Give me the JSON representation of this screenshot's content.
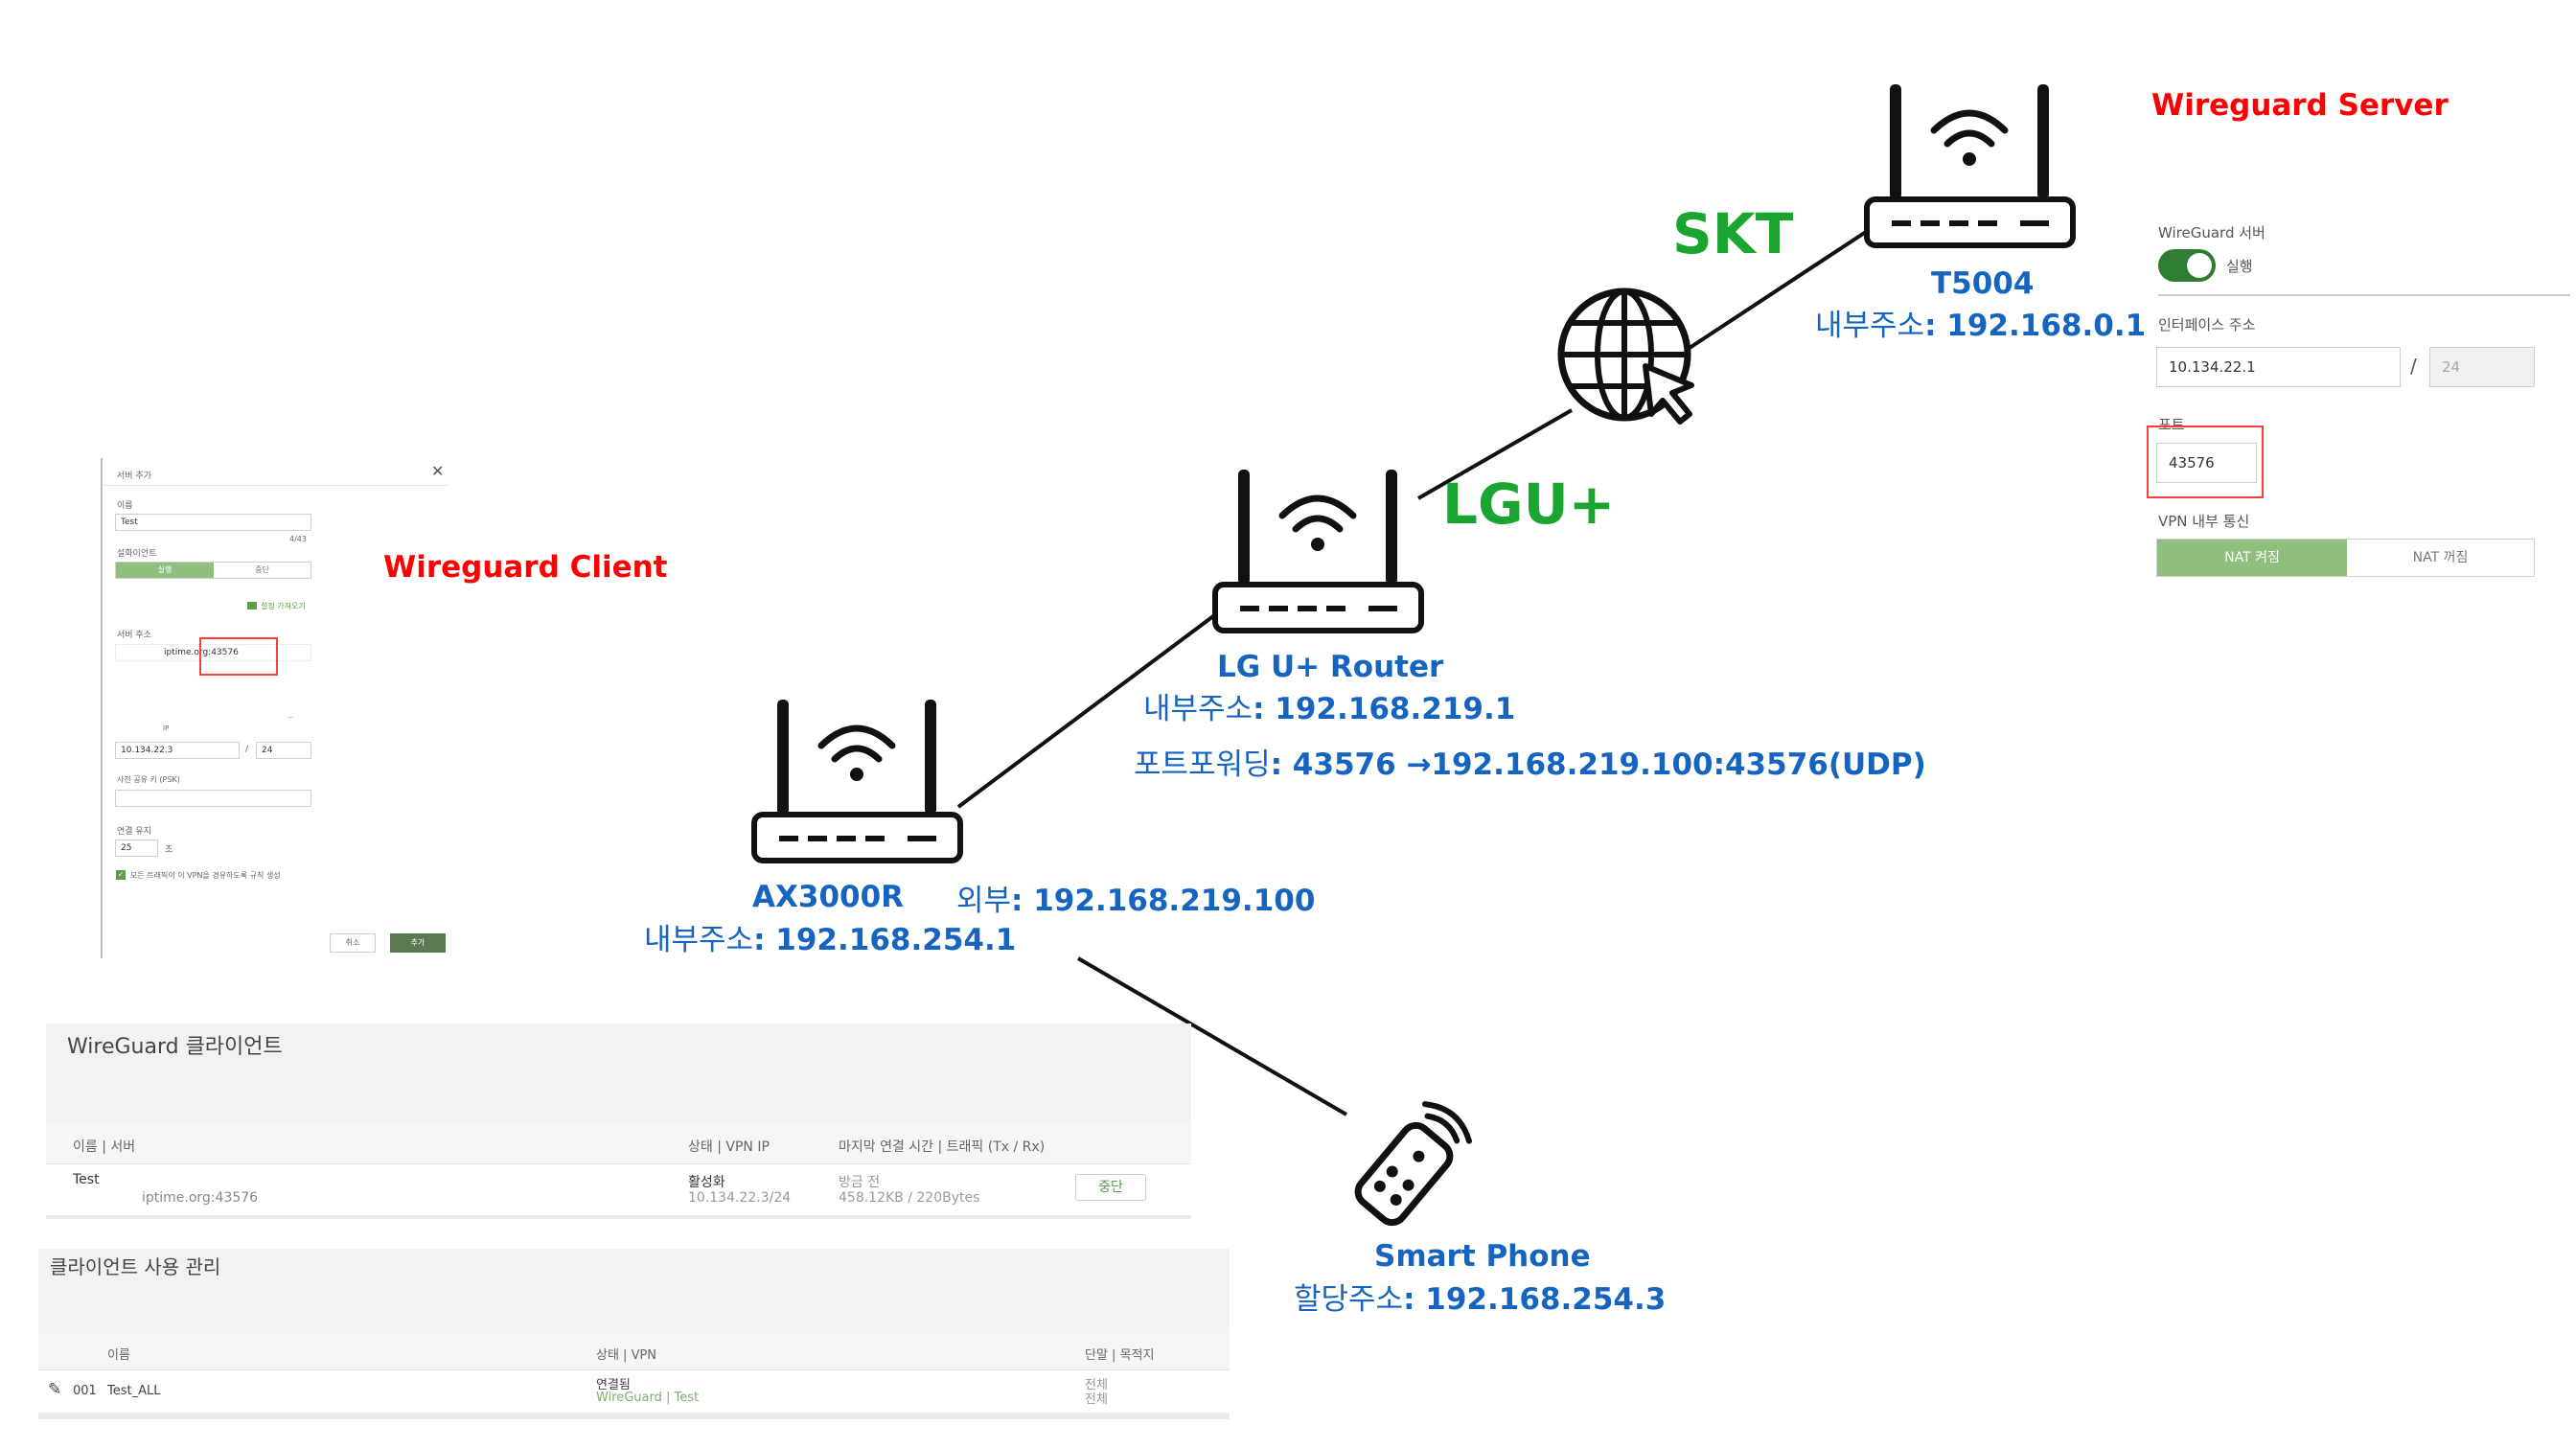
{
  "titles": {
    "server": "Wireguard Server",
    "client": "Wireguard Client"
  },
  "isps": {
    "skt": "SKT",
    "lgu": "LGU+"
  },
  "devices": {
    "t5004": {
      "name": "T5004",
      "addr_label": "내부주소",
      "addr_value": ": 192.168.0.1"
    },
    "lg_router": {
      "name": "LG U+ Router",
      "addr_label": "내부주소",
      "addr_value": ": 192.168.219.1",
      "pf_label": "포트포워딩",
      "pf_value": ": 43576 →192.168.219.100:43576(UDP)"
    },
    "ax3000r": {
      "name": "AX3000R",
      "ext_label": "외부",
      "ext_value": ": 192.168.219.100",
      "addr_label": "내부주소",
      "addr_value": ": 192.168.254.1"
    },
    "phone": {
      "name": "Smart Phone",
      "addr_label": "할당주소",
      "addr_value": ": 192.168.254.3"
    }
  },
  "server_settings": {
    "wg_server_label": "WireGuard 서버",
    "toggle_label": "실행",
    "toggle_on": true,
    "iface_label": "인터페이스 주소",
    "iface_value": "10.134.22.1",
    "iface_mask": "24",
    "port_label": "포트",
    "port_value": "43576",
    "vpn_label": "VPN 내부 통신",
    "nat_on": "NAT 켜짐",
    "nat_off": "NAT 꺼짐"
  },
  "client_dialog": {
    "title": "서버 추가",
    "name_label": "이름",
    "name_value": "Test",
    "name_count": "4/43",
    "run_label": "설화이언트",
    "seg_on": "실행",
    "seg_off": "중단",
    "import_label": "설정 가져오기",
    "server_addr_label": "서버 주소",
    "server_addr_value": "iptime.org:43576",
    "ip_label": "IP",
    "ip_value": "10.134.22.3",
    "ip_mask": "24",
    "psk_label": "사전 공유 키 (PSK)",
    "keepalive_label": "연결 유지",
    "keepalive_value": "25",
    "keepalive_unit": "초",
    "checkbox_label": "모든 트래픽이 이 VPN을 경유하도록 규칙 생성",
    "cancel": "취소",
    "add": "추가"
  },
  "wg_clients": {
    "title": "WireGuard 클라이언트",
    "headers": [
      "이름 | 서버",
      "상태 | VPN IP",
      "마지막 연결 시간 | 트래픽 (Tx / Rx)"
    ],
    "row": {
      "name": "Test",
      "server": "iptime.org:43576",
      "state": "활성화",
      "vpn_ip": "10.134.22.3/24",
      "last": "방금 전",
      "traffic": "458.12KB / 220Bytes",
      "action": "중단"
    }
  },
  "client_mgmt": {
    "title": "클라이언트 사용 관리",
    "headers": [
      "이름",
      "상태 | VPN",
      "단말 | 목적지"
    ],
    "row": {
      "no": "001",
      "name": "Test_ALL",
      "state": "연결됨",
      "vpn": "WireGuard | Test",
      "dest1": "전체",
      "dest2": "전체"
    }
  },
  "colors": {
    "title_red": "#ff0000",
    "isp_green": "#1aa531",
    "device_blue": "#1565c0",
    "ui_green": "#8fbf7f",
    "toggle_green": "#2e7d32"
  }
}
